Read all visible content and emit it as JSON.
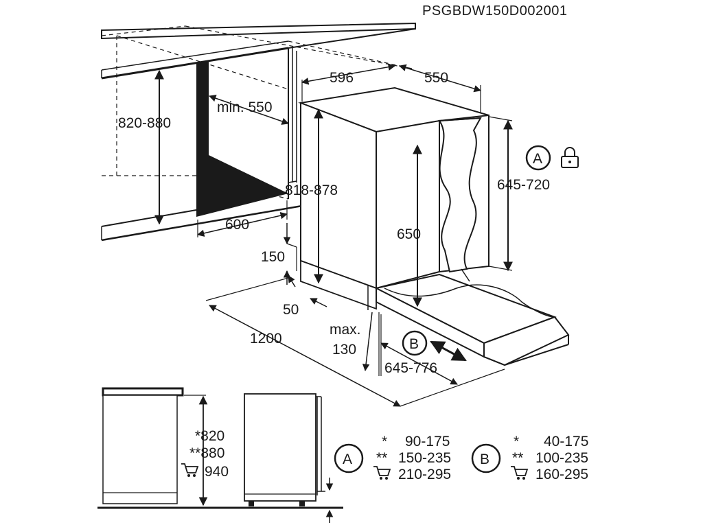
{
  "drawing_code": "PSGBDW150D002001",
  "dimensions": {
    "niche_height": "820-880",
    "min_depth": "min. 550",
    "niche_width": "600",
    "appliance_width": "596",
    "appliance_depth": "550",
    "appliance_height": "818-878",
    "door_panel_height": "645-720",
    "inner_height": "650",
    "plinth_height": "150",
    "plinth_gap": "50",
    "door_clearance": "1200",
    "max_label": "max.",
    "max_value": "130",
    "door_travel": "645-776"
  },
  "markers": {
    "a": "A",
    "b": "B"
  },
  "side_view": {
    "height_std": "*820",
    "height_alt": "**880",
    "height_cart": "940"
  },
  "table_a": {
    "letter": "A",
    "rows": [
      {
        "mark": "*",
        "value": "90-175"
      },
      {
        "mark": "**",
        "value": "150-235"
      },
      {
        "mark": "",
        "value": "210-295"
      }
    ]
  },
  "table_b": {
    "letter": "B",
    "rows": [
      {
        "mark": "*",
        "value": "40-175"
      },
      {
        "mark": "**",
        "value": "100-235"
      },
      {
        "mark": "",
        "value": "160-295"
      }
    ]
  }
}
